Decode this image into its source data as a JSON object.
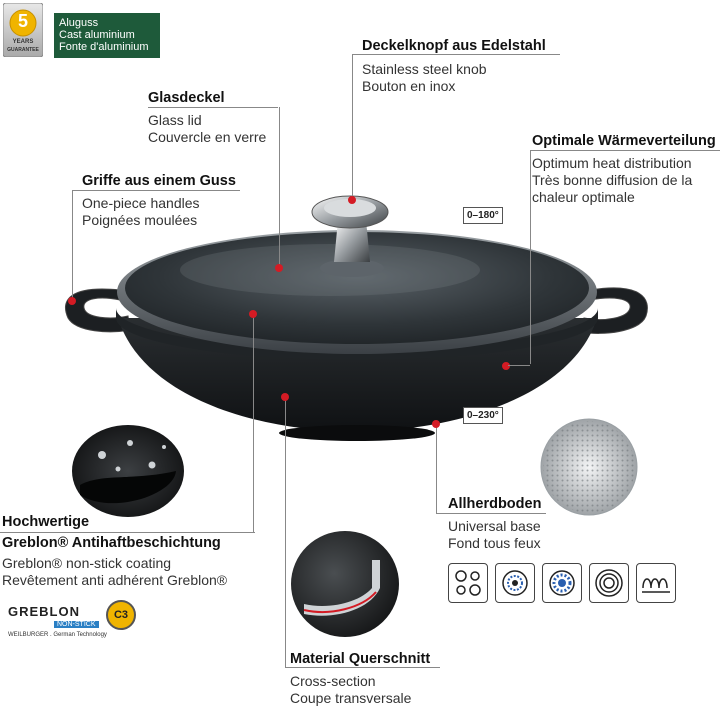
{
  "badge": {
    "number": "5",
    "line1": "YEARS",
    "line2": "GUARANTEE"
  },
  "material_box": {
    "line1": "Aluguss",
    "line2": "Cast aluminium",
    "line3": "Fonte d'aluminium",
    "color": "#1e5a3a"
  },
  "knob": {
    "title": "Deckelknopf aus Edelstahl",
    "en": "Stainless steel knob",
    "fr": "Bouton en inox"
  },
  "lid": {
    "title": "Glasdeckel",
    "en": "Glass lid",
    "fr": "Couvercle en verre"
  },
  "handles": {
    "title": "Griffe aus einem Guss",
    "en": "One-piece handles",
    "fr": "Poignées moulées"
  },
  "heat": {
    "title": "Optimale Wärmeverteilung",
    "en": "Optimum heat distribution",
    "fr1": "Très bonne diffusion de la",
    "fr2": "chaleur optimale"
  },
  "temp_lid": "0–180°",
  "temp_pan": "0–230°",
  "base": {
    "title": "Allherdboden",
    "en": "Universal base",
    "fr": "Fond tous feux"
  },
  "coating": {
    "title1": "Hochwertige",
    "title2": "Greblon® Antihaftbeschichtung",
    "en": "Greblon® non-stick coating",
    "fr": "Revêtement anti adhérent Greblon®"
  },
  "logo": {
    "brand": "GREBLON",
    "sub": "NON-STICK",
    "grade": "C3",
    "maker": "WEILBURGER . German Technology"
  },
  "cross": {
    "title": "Material Querschnitt",
    "en": "Cross-section",
    "fr": "Coupe transversale"
  },
  "accent": "#d41b24",
  "icons": [
    "ceramic-hob-icon",
    "gas-icon",
    "electric-hob-icon",
    "induction-spiral-icon",
    "induction-coil-icon"
  ]
}
